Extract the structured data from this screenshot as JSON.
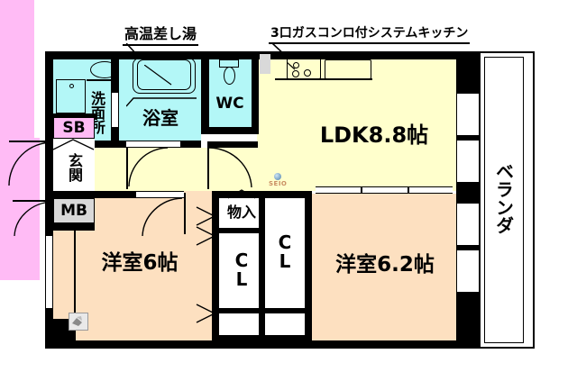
{
  "plan": {
    "title_annotations": [
      {
        "id": "annot-hot-water",
        "text": "高温差し湯"
      },
      {
        "id": "annot-kitchen",
        "text": "3口ガスコンロ付システムキッチン"
      }
    ],
    "rooms": [
      {
        "id": "ldk",
        "label": "LDK8.8帖",
        "fill": "#ffffcc",
        "kind": "living-dining-kitchen"
      },
      {
        "id": "washroom",
        "label": "洗面所",
        "fill": "#b3f7f7",
        "kind": "washroom"
      },
      {
        "id": "bath",
        "label": "浴室",
        "fill": "#b3f7f7",
        "kind": "bathroom"
      },
      {
        "id": "wc",
        "label": "WC",
        "fill": "#b3f7f7",
        "kind": "toilet"
      },
      {
        "id": "entrance",
        "label": "玄関",
        "fill": "#ffffff",
        "kind": "entrance"
      },
      {
        "id": "western-6",
        "label": "洋室6帖",
        "fill": "#fde0c0",
        "kind": "bedroom"
      },
      {
        "id": "western-62",
        "label": "洋室6.2帖",
        "fill": "#fde0c0",
        "kind": "bedroom"
      },
      {
        "id": "veranda",
        "label": "ベランダ",
        "fill": "#ffffff",
        "kind": "balcony"
      }
    ],
    "boxes": [
      {
        "id": "sb",
        "label": "SB",
        "fill": "#ffbbf5",
        "meaning": "meter-box-sb"
      },
      {
        "id": "mb",
        "label": "MB",
        "fill": "#d9d9d9",
        "meaning": "meter-box-mb"
      }
    ],
    "closets": [
      {
        "id": "storage",
        "label": "物入",
        "fill": "#ffbbf5"
      },
      {
        "id": "closet-l",
        "label": "CL",
        "fill": "#ffbbf5"
      },
      {
        "id": "closet-r",
        "label": "CL",
        "fill": "#ffbbf5"
      }
    ],
    "kitchen": {
      "stove_label": "gas-stove-3-burner",
      "sink_label": "kitchen-sink",
      "burner_count": 3
    },
    "watermarks": [
      {
        "id": "watermark-seio-ldk",
        "text": "SEIO"
      }
    ],
    "colors": {
      "wall": "#000000",
      "ldk_fill": "#ffffcc",
      "bedroom_fill": "#fde0c0",
      "wet_area_fill": "#b3f7f7",
      "closet_fill": "#ffbbf5",
      "meter_box_fill": "#d9d9d9",
      "balcony_fill": "#ffffff"
    }
  }
}
